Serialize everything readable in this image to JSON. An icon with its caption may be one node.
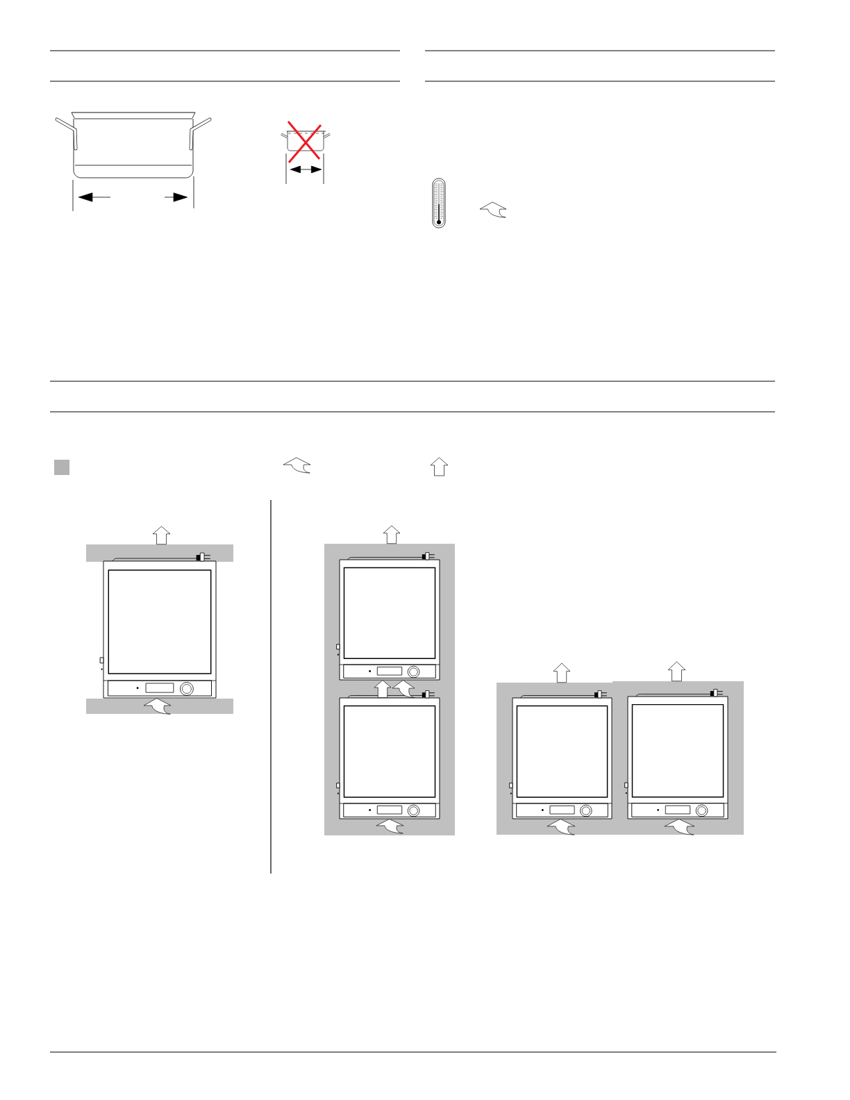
{
  "diagram": {
    "nodes": [
      {
        "text": [],
        "shape": "bar"
      },
      {
        "text": [],
        "shape": "picture"
      },
      {
        "text": [],
        "shape": "bar"
      },
      {
        "text": [],
        "shape": "box"
      },
      {
        "text": [],
        "shape": "picture",
        "in": 3
      },
      {
        "text": [],
        "shape": "picture",
        "in": 3
      },
      {
        "text": [],
        "shape": "box"
      },
      {
        "text": [],
        "shape": "picture",
        "in": 6
      },
      {
        "text": [],
        "shape": "box"
      },
      {
        "text": [],
        "shape": "picture",
        "in": 8
      }
    ],
    "edges": [
      {
        "from": 0,
        "to": null,
        "arrow": "to"
      },
      {
        "from": 2,
        "to": 1,
        "arrow": "to"
      },
      {
        "from": 3,
        "to": null,
        "arrow": "to"
      },
      {
        "from": 5,
        "to": 4,
        "arrow": "to"
      },
      {
        "from": 5,
        "to": 4,
        "arrow": "to"
      },
      {
        "from": null,
        "to": 5,
        "arrow": "to"
      },
      {
        "from": 6,
        "to": null,
        "arrow": "to"
      },
      {
        "from": 8,
        "to": null,
        "arrow": "to"
      },
      {
        "from": null,
        "to": 7,
        "arrow": "to"
      },
      {
        "from": null,
        "to": 9,
        "arrow": "to"
      }
    ]
  }
}
